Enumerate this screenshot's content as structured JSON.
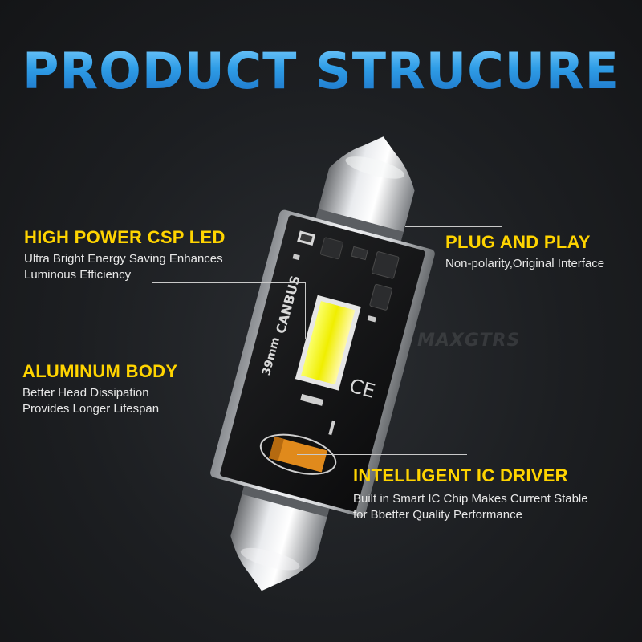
{
  "title": "PRODUCT STRUCURE",
  "watermark": "MAXGTRS",
  "board_labels": {
    "size": "39mm",
    "canbus": "CANBUS",
    "ce": "CE"
  },
  "callouts": {
    "csp_led": {
      "heading": "HIGH POWER CSP LED",
      "lines": [
        "Ultra Bright Energy Saving Enhances",
        "Luminous Efficiency"
      ]
    },
    "aluminum_body": {
      "heading": "ALUMINUM BODY",
      "lines": [
        "Better Head Dissipation",
        "Provides Longer Lifespan"
      ]
    },
    "plug_and_play": {
      "heading": "PLUG AND PLAY",
      "lines": [
        "Non-polarity,Original Interface"
      ]
    },
    "ic_driver": {
      "heading": "INTELLIGENT IC DRIVER",
      "lines": [
        "Built in Smart IC Chip Makes Current Stable",
        "for Bbetter Quality Performance"
      ]
    }
  },
  "colors": {
    "title_blue": "#2f9de6",
    "heading_yellow": "#ffd400",
    "background": "#1c1e21",
    "led_yellow": "#f4f20a",
    "cap_orange": "#e08a1c"
  }
}
